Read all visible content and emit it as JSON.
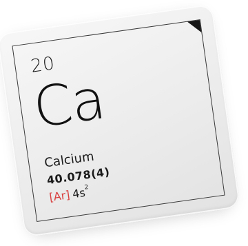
{
  "element": {
    "atomic_number": "20",
    "symbol": "Ca",
    "name": "Calcium",
    "atomic_mass": "40.078(4)",
    "configuration": {
      "core": "[Ar]",
      "orbital": "4s",
      "electrons": "2"
    }
  },
  "colors": {
    "core_config": "#d94040",
    "text": "#1a1a1a",
    "tile": "#ececec"
  }
}
